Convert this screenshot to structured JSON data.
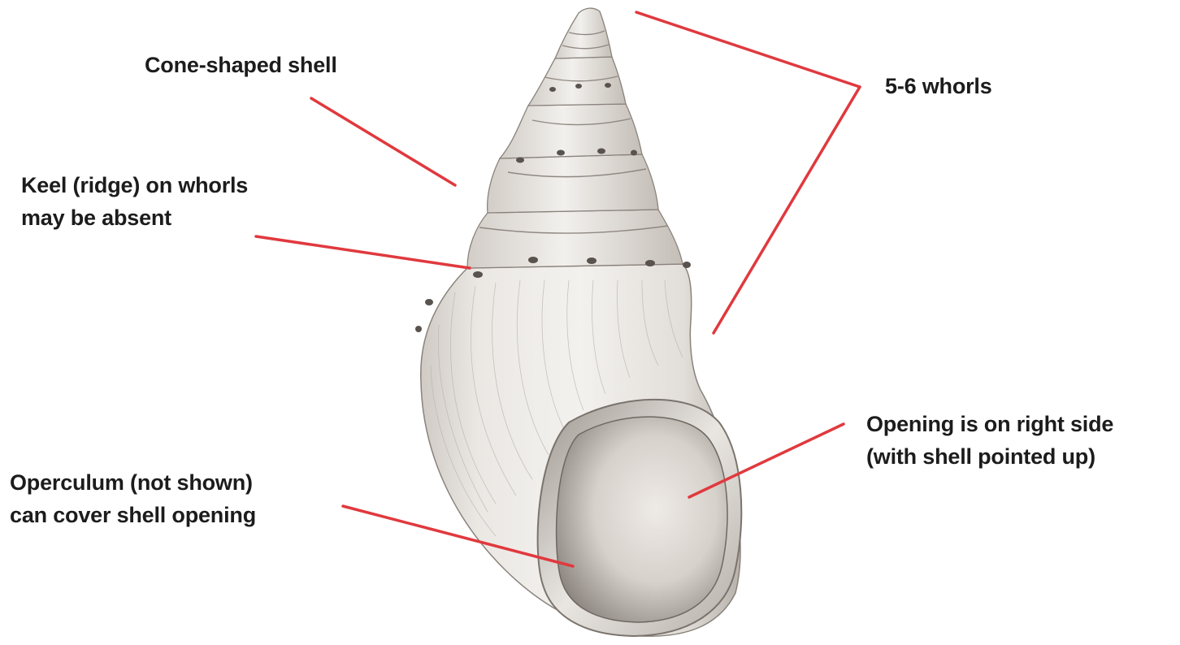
{
  "colors": {
    "leader_line": "#e0393e",
    "label_text": "#1c1c1c",
    "shell_light": "#f1efec",
    "shell_mid": "#d9d5d0",
    "shell_dark": "#9c958e",
    "background": "#ffffff"
  },
  "labels": {
    "cone_shaped": {
      "lines": [
        "Cone-shaped shell"
      ]
    },
    "whorls": {
      "lines": [
        "5-6 whorls"
      ]
    },
    "keel": {
      "lines": [
        "Keel (ridge) on whorls",
        "may be absent"
      ]
    },
    "opening": {
      "lines": [
        "Opening is on right side",
        "(with shell pointed up)"
      ]
    },
    "operculum": {
      "lines": [
        "Operculum (not shown)",
        "can cover shell opening"
      ]
    }
  }
}
